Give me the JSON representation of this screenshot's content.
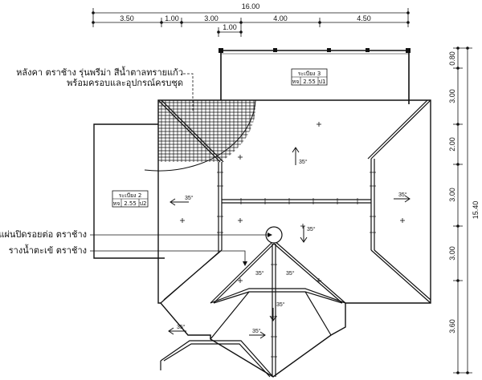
{
  "dimensions": {
    "overall_width": "16.00",
    "top_segments": [
      "3.50",
      "1.00",
      "3.00",
      "4.00",
      "4.50"
    ],
    "small_segment": "1.00",
    "right_segments": [
      "0.80",
      "3.00",
      "2.00",
      "3.00",
      "3.00",
      "3.60"
    ],
    "overall_height": "15.40"
  },
  "callouts": {
    "roof_material_line1": "หลังคา ตราช้าง รุ่นพรีม่า สีน้ำตาลทรายแก้ว",
    "roof_material_line2": "พร้อมครอบและอุปกรณ์ครบชุด",
    "fascia_board": "แผ่นปิดรอยต่อ ตราช้าง",
    "gutter": "รางน้ำตะเข้ ตราช้าง"
  },
  "level_tags": {
    "tag3": {
      "label": "ระเบียง 3",
      "code": "หจ",
      "value": "2.55",
      "suffix": "ป1"
    },
    "tag2": {
      "label": "ระเบียง 2",
      "code": "หจ",
      "value": "2.55",
      "suffix": "ป2"
    }
  },
  "slope_label": "35°"
}
